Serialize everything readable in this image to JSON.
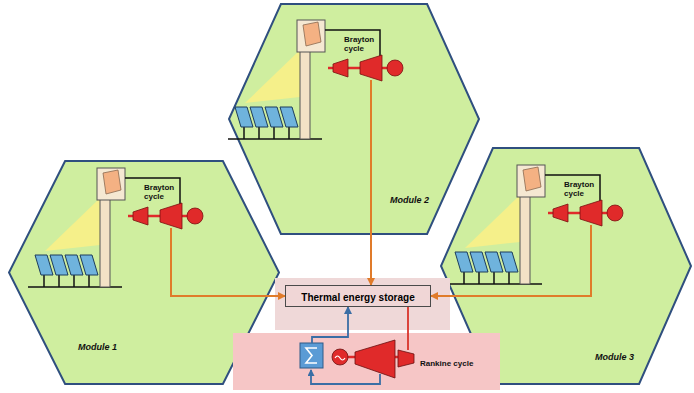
{
  "diagram": {
    "nodes": [
      {
        "text": [
          "Brayton cycle",
          "Module 1"
        ]
      },
      {
        "text": [
          "Brayton cycle",
          "Module 2"
        ]
      },
      {
        "text": [
          "Brayton cycle",
          "Module 3"
        ]
      },
      {
        "text": [
          "Thermal energy storage"
        ]
      },
      {
        "text": [
          "Rankine cycle"
        ]
      }
    ],
    "edges": [
      {
        "from": 0,
        "to": 3,
        "arrow": "to"
      },
      {
        "from": 1,
        "to": 3,
        "arrow": "to"
      },
      {
        "from": 2,
        "to": 3,
        "arrow": "to"
      },
      {
        "from": 4,
        "to": 3,
        "arrow": "to"
      },
      {
        "from": 3,
        "to": 4,
        "arrow": "none"
      }
    ]
  }
}
